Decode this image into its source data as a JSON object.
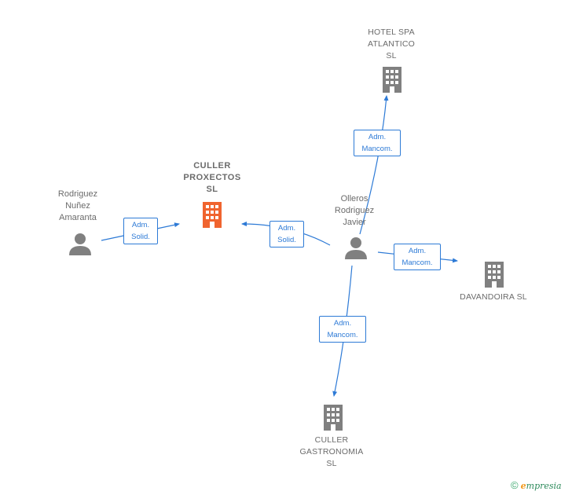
{
  "nodes": {
    "culler_proxectos": {
      "lines": [
        "CULLER",
        "PROXECTOS",
        "SL"
      ],
      "kind": "company",
      "color": "#f0642f"
    },
    "hotel_spa": {
      "lines": [
        "HOTEL SPA",
        "ATLANTICO",
        "SL"
      ],
      "kind": "company",
      "color": "#808080"
    },
    "davandoira": {
      "lines": [
        "DAVANDOIRA SL"
      ],
      "kind": "company",
      "color": "#808080"
    },
    "culler_gastronomia": {
      "lines": [
        "CULLER",
        "GASTRONOMIA",
        "SL"
      ],
      "kind": "company",
      "color": "#808080"
    },
    "rodriguez": {
      "lines": [
        "Rodriguez",
        "Nuñez",
        "Amaranta"
      ],
      "kind": "person",
      "color": "#808080"
    },
    "olleros": {
      "lines": [
        "Olleros",
        "Rodriguez",
        "Javier"
      ],
      "kind": "person",
      "color": "#808080"
    }
  },
  "edges": [
    {
      "id": "rodriguez_to_culler",
      "lines": [
        "Adm.",
        "Solid."
      ]
    },
    {
      "id": "olleros_to_culler",
      "lines": [
        "Adm.",
        "Solid."
      ]
    },
    {
      "id": "olleros_to_hotel",
      "lines": [
        "Adm.",
        "Mancom."
      ]
    },
    {
      "id": "olleros_to_davandoira",
      "lines": [
        "Adm.",
        "Mancom."
      ]
    },
    {
      "id": "olleros_to_gastronomia",
      "lines": [
        "Adm.",
        "Mancom."
      ]
    }
  ],
  "colors": {
    "edge": "#2d7ad6",
    "accent": "#f0642f",
    "neutral": "#808080"
  },
  "footer": {
    "copyright": "©",
    "brand_e": "e",
    "brand_rest": "mpresia"
  }
}
